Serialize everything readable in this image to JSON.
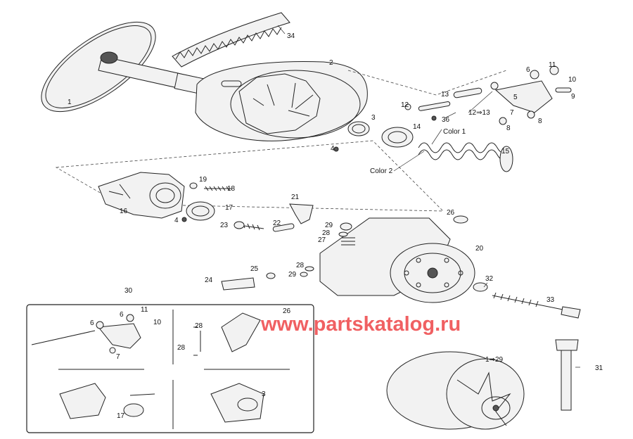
{
  "watermark": "www.partskatalog.ru",
  "callouts": {
    "c1": "1",
    "c2": "2",
    "c3": "3",
    "c4a": "4",
    "c4b": "4",
    "c5": "5",
    "c6": "6",
    "c7": "7",
    "c8a": "8",
    "c8b": "8",
    "c9": "9",
    "c10": "10",
    "c11": "11",
    "c12": "12",
    "c13": "13",
    "c12to13": "12⇒13",
    "c14": "14",
    "c15": "15",
    "c16": "16",
    "c17": "17",
    "c18": "18",
    "c19": "19",
    "c20": "20",
    "c21": "21",
    "c22": "22",
    "c23": "23",
    "c24": "24",
    "c25": "25",
    "c26": "26",
    "c27": "27",
    "c28a": "28",
    "c28b": "28",
    "c29a": "29",
    "c29b": "29",
    "c30": "30",
    "c31": "31",
    "c32": "32",
    "c33": "33",
    "c34": "34",
    "c36": "36",
    "color1": "Color 1",
    "color2": "Color 2",
    "c1to29": "1⇒29"
  },
  "inset": {
    "c6a": "6",
    "c6b": "6",
    "c11": "11",
    "c10": "10",
    "c7": "7",
    "c26": "26",
    "c28a": "28",
    "c28b": "28",
    "c17": "17",
    "c3": "3"
  }
}
